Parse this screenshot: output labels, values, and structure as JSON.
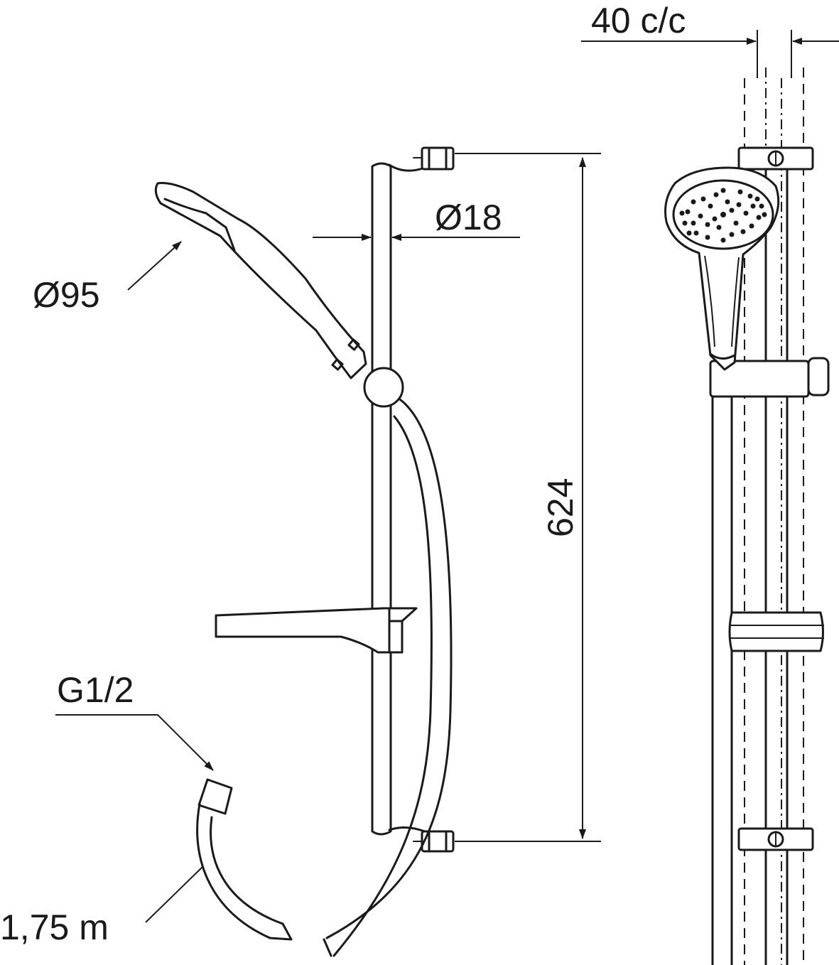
{
  "dimensions": {
    "head_diameter": "Ø95",
    "rail_diameter": "Ø18",
    "rail_length": "624",
    "bracket_spacing": "40 c/c",
    "hose_thread": "G1/2",
    "hose_length": "1,75 m"
  },
  "colors": {
    "line": "#1a1a1a",
    "background": "#ffffff"
  }
}
